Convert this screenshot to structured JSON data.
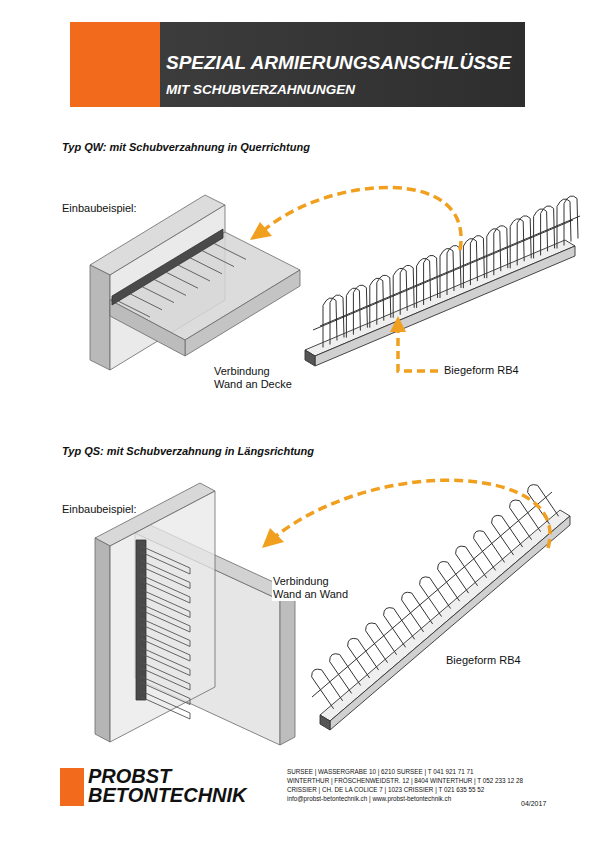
{
  "diagram": {
    "nodes": [
      {
        "text": [
          "SPEZIAL ARMIERUNGSANSCHLÜSSE",
          "MIT SCHUBVERZAHNUNGEN"
        ]
      }
    ],
    "labels": [
      "Typ QW: mit Schubverzahnung in Querrichtung",
      "Einbaubeispiel:",
      "Verbindung Wand an Decke",
      "Biegeform RB4",
      "Typ QS: mit Schubverzahnung in Längsrichtung",
      "Einbaubeispiel:",
      "Verbindung Wand an Wand",
      "Biegeform RB4",
      "PROBST BETONTECHNIK",
      "SURSEE | WASSERGRABE 10 | 6210 SURSEE | T 041 921 71 71",
      "WINTERTHUR | FRÖSCHENWEIDSTR. 12 | 8404 WINTERTHUR | T 052 233 12 28",
      "CRISSIER | CH. DE LA COLICE 7 | 1023 CRISSIER | T 021 635 55 52",
      "info@probst-betontechnik.ch | www.probst-betontechnik.ch",
      "04/2017"
    ]
  }
}
